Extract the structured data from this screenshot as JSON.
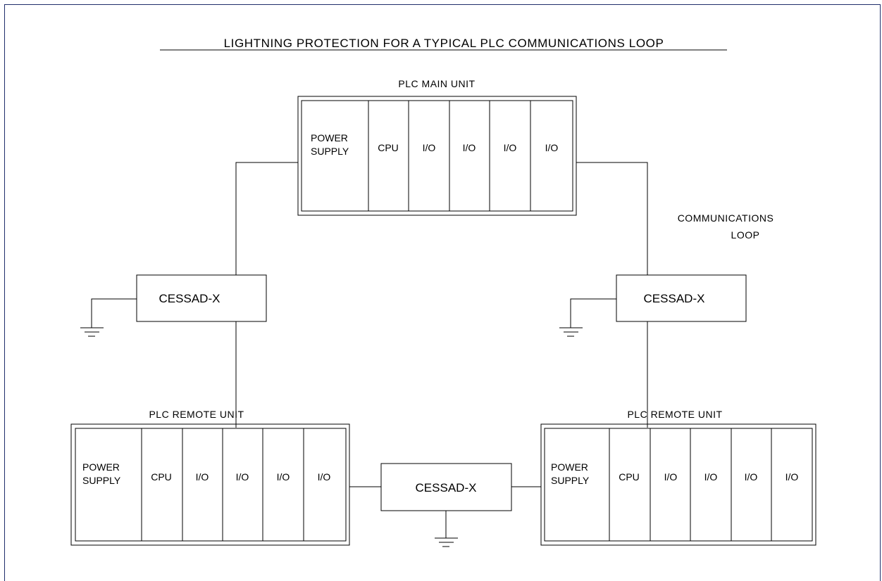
{
  "title": "LIGHTNING PROTECTION FOR A TYPICAL PLC COMMUNICATIONS LOOP",
  "main_unit": {
    "label": "PLC MAIN UNIT",
    "modules": {
      "power_line1": "POWER",
      "power_line2": "SUPPLY",
      "cpu": "CPU",
      "io": [
        "I/O",
        "I/O",
        "I/O",
        "I/O"
      ]
    }
  },
  "loop_label": {
    "line1": "COMMUNICATIONS",
    "line2": "LOOP"
  },
  "protectors": {
    "left": "CESSAD-X",
    "right": "CESSAD-X",
    "bottom": "CESSAD-X"
  },
  "remote_left": {
    "label": "PLC REMOTE UNIT",
    "modules": {
      "power_line1": "POWER",
      "power_line2": "SUPPLY",
      "cpu": "CPU",
      "io": [
        "I/O",
        "I/O",
        "I/O",
        "I/O"
      ]
    }
  },
  "remote_right": {
    "label": "PLC REMOTE UNIT",
    "modules": {
      "power_line1": "POWER",
      "power_line2": "SUPPLY",
      "cpu": "CPU",
      "io": [
        "I/O",
        "I/O",
        "I/O",
        "I/O"
      ]
    }
  },
  "colors": {
    "frame": "#1f2d6b",
    "line": "#000000"
  }
}
